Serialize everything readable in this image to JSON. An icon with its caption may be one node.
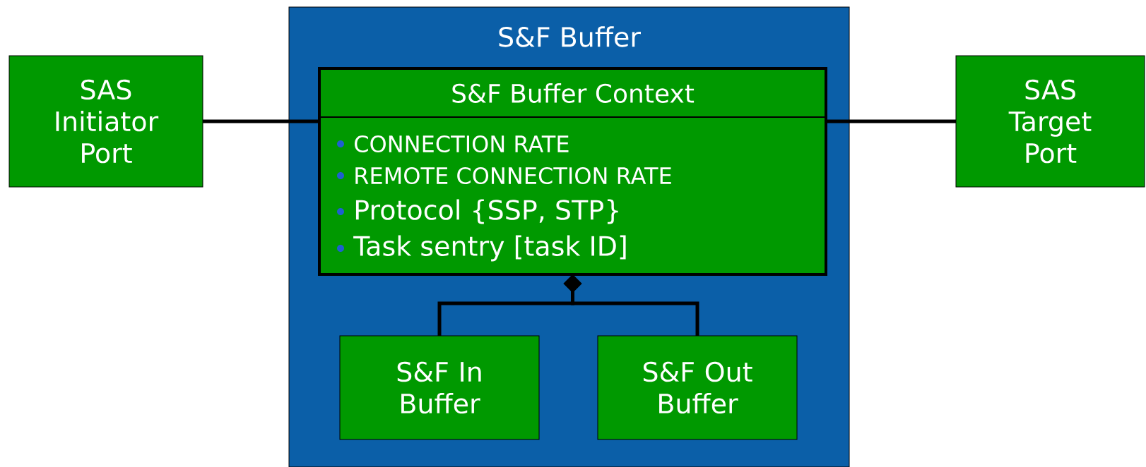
{
  "diagram": {
    "nodes": [
      {
        "text": [
          "SAS Initiator Port"
        ]
      },
      {
        "text": [
          "S&F Buffer"
        ]
      },
      {
        "text": [
          "S&F Buffer Context",
          "CONNECTION RATE",
          "REMOTE CONNECTION RATE",
          "Protocol {SSP, STP}",
          "Task sentry [task ID]"
        ],
        "in": 1
      },
      {
        "text": [
          "S&F In Buffer"
        ],
        "in": 1
      },
      {
        "text": [
          "S&F Out Buffer"
        ],
        "in": 1
      },
      {
        "text": [
          "SAS Target Port"
        ]
      }
    ],
    "edges": [
      {
        "from": 0,
        "to": 2,
        "arrow": "none"
      },
      {
        "from": 2,
        "to": 5,
        "arrow": "none"
      },
      {
        "from": 2,
        "to": 3,
        "arrow": "other"
      },
      {
        "from": 2,
        "to": 4,
        "arrow": "other"
      }
    ]
  }
}
